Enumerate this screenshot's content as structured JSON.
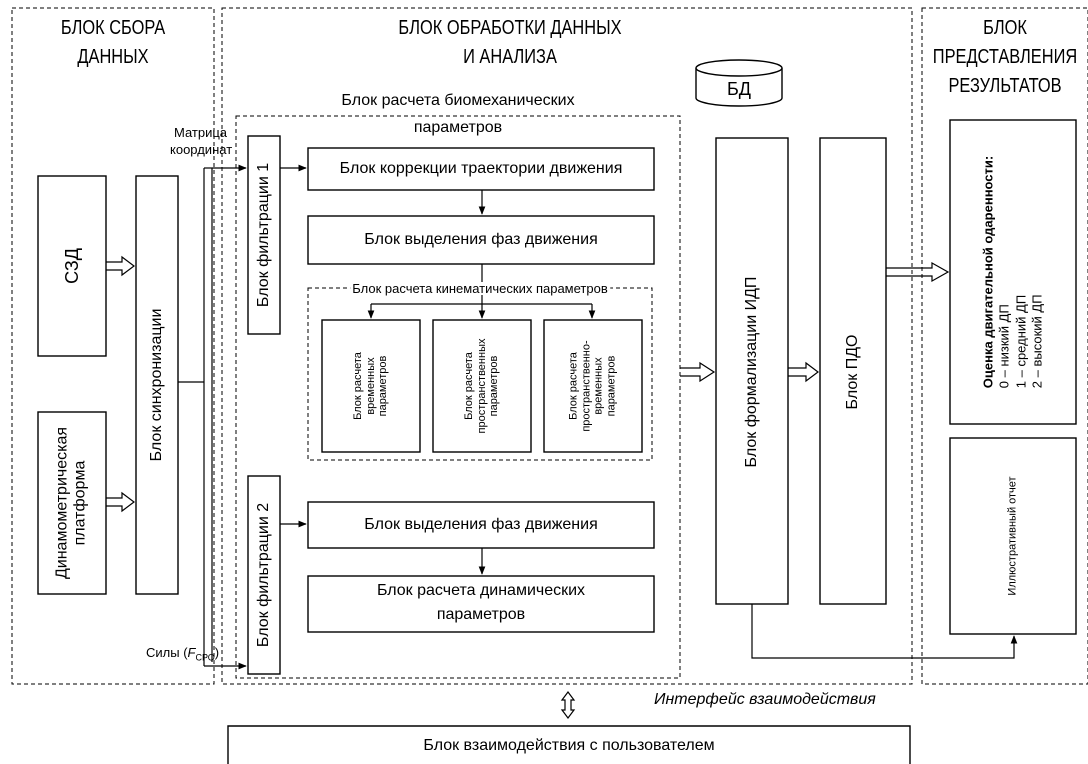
{
  "columns": {
    "collect": {
      "line1": "БЛОК СБОРА",
      "line2": "ДАННЫХ"
    },
    "process": {
      "line1": "БЛОК ОБРАБОТКИ ДАННЫХ",
      "line2": "И АНАЛИЗА"
    },
    "results": {
      "line1": "БЛОК",
      "line2": "ПРЕДСТАВЛЕНИЯ",
      "line3": "РЕЗУЛЬТАТОВ"
    }
  },
  "collect": {
    "szd": "СЗД",
    "platform_line1": "Динамометрическая",
    "platform_line2": "платформа",
    "sync": "Блок синхронизации",
    "matrix_line1": "Матрица",
    "matrix_line2": "координат",
    "forces_prefix": "Силы (",
    "forces_var": "F",
    "forces_sub": "СРО",
    "forces_suffix": ")"
  },
  "biomech": {
    "title_line1": "Блок расчета биомеханических",
    "title_line2": "параметров",
    "filter1": "Блок фильтрации 1",
    "filter2": "Блок фильтрации 2",
    "trajectory": "Блок коррекции траектории движения",
    "phases1": "Блок выделения фаз движения",
    "kinematic_title": "Блок расчета кинематических параметров",
    "k1_line1": "Блок расчета",
    "k1_line2": "временных",
    "k1_line3": "параметров",
    "k2_line1": "Блок расчета",
    "k2_line2": "пространственных",
    "k2_line3": "параметров",
    "k3_line1": "Блок расчета",
    "k3_line2": "пространственно-",
    "k3_line3": "временных",
    "k3_line4": "параметров",
    "phases2": "Блок выделения фаз движения",
    "dynamic_line1": "Блок расчета динамических",
    "dynamic_line2": "параметров"
  },
  "analysis": {
    "db": "БД",
    "idp": "Блок формализации ИДП",
    "pdo": "Блок ПДО"
  },
  "results": {
    "assessment_title": "Оценка двигательной одаренности:",
    "level0": "0 – низкий ДП",
    "level1": "1 – средний ДП",
    "level2": "2 – высокий ДП",
    "report": "Иллюстративный отчет"
  },
  "interface": {
    "label": "Интерфейс взаимодействия",
    "user_block": "Блок взаимодействия с пользователем"
  }
}
